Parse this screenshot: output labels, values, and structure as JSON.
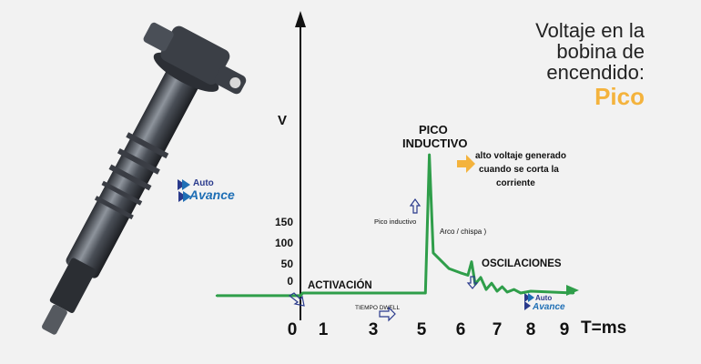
{
  "title": {
    "line1": "Voltaje en la",
    "line2": "bobina de",
    "line3": "encendido:",
    "accent": "Pico"
  },
  "brand": {
    "word1": "Auto",
    "word2": "Avance"
  },
  "annotations": {
    "pico_inductivo_1": "PICO",
    "pico_inductivo_2": "INDUCTIVO",
    "alto_voltaje_1": "alto voltaje generado",
    "alto_voltaje_2": "cuando se corta la",
    "alto_voltaje_3": "corriente",
    "pico_inductivo_small": "Pico inductivo",
    "arco_chispa": "Arco / chispa )",
    "oscilaciones": "OSCILACIONES",
    "activacion": "ACTIVACIÓN",
    "tiempo_dwell": "TIEMPO DWELL"
  },
  "colors": {
    "trace": "#2f9e4a",
    "accent": "#f4b33d",
    "axis": "#111111",
    "arrow_outline": "#2a3a8c",
    "brand": "#1f6fb5"
  },
  "chart_data": {
    "type": "line",
    "xlabel": "T=ms",
    "ylabel": "V",
    "x_ticks": [
      "0",
      "1",
      "3",
      "5",
      "6",
      "7",
      "8",
      "9"
    ],
    "y_ticks": [
      "0",
      "50",
      "100",
      "150"
    ],
    "series": [
      {
        "points": [
          [
            -2.5,
            -6
          ],
          [
            0,
            -6
          ],
          [
            0.1,
            0
          ],
          [
            5.1,
            0
          ],
          [
            5.2,
            310
          ],
          [
            5.3,
            90
          ],
          [
            5.7,
            55
          ],
          [
            6.0,
            45
          ],
          [
            6.2,
            40
          ],
          [
            6.3,
            70
          ],
          [
            6.4,
            20
          ],
          [
            6.55,
            35
          ],
          [
            6.7,
            8
          ],
          [
            6.85,
            22
          ],
          [
            7.0,
            4
          ],
          [
            7.15,
            14
          ],
          [
            7.3,
            2
          ],
          [
            7.5,
            8
          ],
          [
            7.7,
            0
          ],
          [
            8.0,
            4
          ],
          [
            9.4,
            0
          ]
        ]
      }
    ]
  }
}
